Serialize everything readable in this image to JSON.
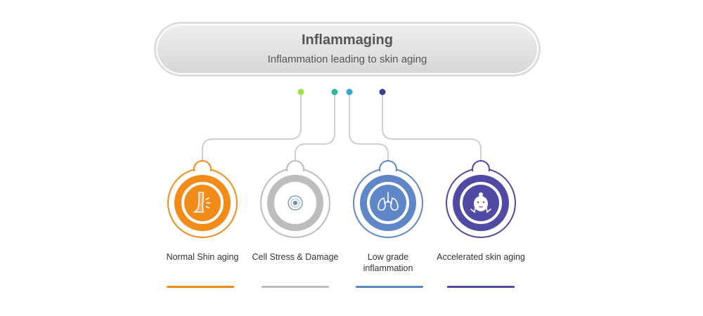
{
  "header": {
    "title": "Inflammaging",
    "subtitle": "Inflammation leading to skin aging"
  },
  "items": [
    {
      "label": "Normal Shin aging",
      "icon": "leg-icon",
      "color": "#f28c18"
    },
    {
      "label": "Cell Stress & Damage",
      "icon": "cell-icon",
      "color": "#bdbdbd"
    },
    {
      "label": "Low grade inflammation",
      "icon": "lungs-icon",
      "color": "#5f87c8"
    },
    {
      "label": "Accelerated skin aging",
      "icon": "face-icon",
      "color": "#4f4aa3"
    }
  ],
  "dot_colors": [
    "#9ee24a",
    "#2fb8a8",
    "#33a9c9",
    "#3f3f8f"
  ]
}
